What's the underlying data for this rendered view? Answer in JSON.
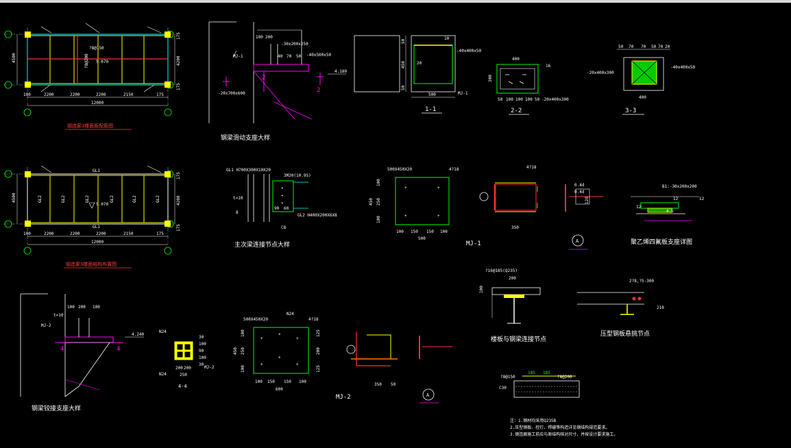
{
  "colors": {
    "background": "#000000",
    "white": "#ffffff",
    "green": "#00ff00",
    "yellow": "#ffff00",
    "magenta": "#ff00ff",
    "red": "#ff3030",
    "cyan": "#00ffff",
    "title_red": "#ff3c3c",
    "gray": "#9a9a9a"
  },
  "plan1": {
    "dims_left": "4500",
    "dims_right": [
      "175",
      "4200",
      "175"
    ],
    "dims_bottom": [
      "100",
      "2200",
      "2200",
      "2200",
      "2150",
      "175"
    ],
    "total": "12000",
    "rebar_label": "?8@150",
    "slope": "5.070",
    "center_label": "?8@200",
    "title": "钢连廊3楼面板配筋图"
  },
  "plan2": {
    "beams": [
      "GL1",
      "GL1",
      "GL2",
      "GL2",
      "GL2",
      "GL2",
      "GL2",
      "GL2"
    ],
    "slope": "5.070",
    "dims_left": "4500",
    "dims_right": [
      "175",
      "4200",
      "175"
    ],
    "dims_bottom": [
      "100",
      "2200",
      "2200",
      "2200",
      "2150",
      "175"
    ],
    "total": "12000",
    "title": "钢连廊3楼面结构布置图"
  },
  "slide": {
    "dims_top": [
      "100",
      "200"
    ],
    "plate1": "-30x200x250",
    "dims_mid": [
      "40",
      "70",
      "50"
    ],
    "plate2": "-40x500x50",
    "mj": "MJ-1",
    "plate3": "-20x700x600",
    "elev": "4.180",
    "mark": "2",
    "title": "钢梁滑动支座大样"
  },
  "sec11": {
    "dims": [
      "50",
      "450",
      "50"
    ],
    "width": "500",
    "t1": "10",
    "t2": "20",
    "plate": "-40x400x50",
    "mj": "MJ-1",
    "label": "1-1"
  },
  "sec22": {
    "top": "400",
    "left": "300",
    "bottom": [
      "50",
      "100",
      "100",
      "100",
      "50"
    ],
    "plate": "-20x400x300",
    "n": "16",
    "label": "2-2"
  },
  "sec33": {
    "top": [
      "50",
      "70",
      "70",
      "50"
    ],
    "right": [
      "70",
      "20"
    ],
    "plate1": "-20x400x300",
    "plate2": "-40x400x50",
    "w": "400",
    "label": "3-3"
  },
  "joint": {
    "beam1": "GL1 H700X300X10X20",
    "beam2": "GL2 H400X200X6X8",
    "bolts": "3M20(10.9S)",
    "t": "t=10",
    "n8": "8",
    "c": "C8",
    "d1": "90",
    "d2": "60",
    "title": "主次梁连接节点大样"
  },
  "mj1": {
    "plate": "500X450X20",
    "anchor": "4?18",
    "dims_left": [
      "100",
      "250",
      "100"
    ],
    "h": "450",
    "dims_bottom": [
      "100",
      "150",
      "150",
      "100"
    ],
    "w": "500",
    "label": "MJ-1",
    "side_w": "350",
    "side_top": "4?18",
    "detail_A": "A",
    "small": [
      "0.4d",
      "0.4d",
      "12d"
    ]
  },
  "ptfe": {
    "plate": "B1:-30x200x200",
    "d1": "12",
    "d2": "12",
    "d3": "4.5",
    "d4": "12",
    "title": "聚乙烯四氟板支座详图"
  },
  "hinge": {
    "dims_top": [
      "100",
      "200",
      "100"
    ],
    "t": "t=10",
    "mj": "MJ-2",
    "elev": "4.240",
    "mark": "4",
    "title": "钢梁铰接支座大样"
  },
  "sec44": {
    "n24a": "N24",
    "n24b": "N24",
    "dims_bottom": [
      "200",
      "200",
      "250"
    ],
    "label": "4-4",
    "side": [
      "30",
      "100",
      "90",
      "100",
      "30"
    ],
    "mj": "MJ-2"
  },
  "mj2": {
    "plate": "500X450X20",
    "n24": "N24",
    "anchor": "4?18",
    "dims_left": [
      "100",
      "250",
      "100"
    ],
    "h": "450",
    "dims_right": [
      "125",
      "200",
      "125"
    ],
    "dims_bottom": [
      "100",
      "150",
      "150",
      "100"
    ],
    "w": "600",
    "label": "MJ-2",
    "side_dims": [
      "350",
      "50"
    ],
    "detail_A": "A"
  },
  "floor": {
    "stud": "?16@185(Q235)",
    "dims": [
      "200",
      "100"
    ],
    "title": "楼板与钢梁连接节点"
  },
  "deck": {
    "rebar": "2?8,?5-300",
    "h": "210",
    "title": "压型钢板悬挑节点"
  },
  "slab": {
    "left": "?8@150",
    "right": "?8@200",
    "dims": [
      "185",
      "185"
    ],
    "c30": "C30"
  },
  "notes": {
    "line1": "注：1.钢材均采用Q235B",
    "line2": "2.压型钢板、栓钉、焊缝等构造详见钢结构规范要求。",
    "line3": "3.钢连廊施工前应与原结构核对尺寸，并按设计要求施工。"
  }
}
